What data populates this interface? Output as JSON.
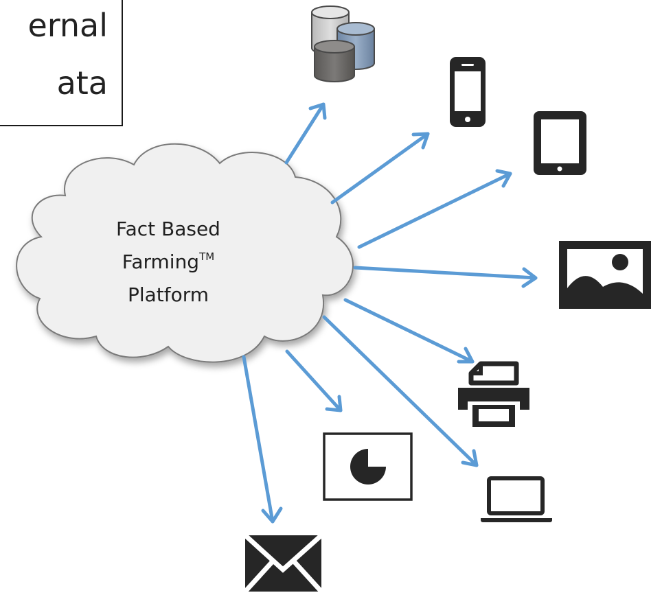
{
  "external_data_box": {
    "line1": "ernal",
    "line2": "ata"
  },
  "platform_cloud": {
    "line1": "Fact Based",
    "line2_main": "Farming",
    "line2_sup": "TM",
    "line3": "Platform"
  },
  "colors": {
    "arrow": "#5b9bd5",
    "icon_dark": "#262626",
    "cloud_fill": "#f0f0f0",
    "db_light": "#c8c8c8",
    "db_blue": "#7f96b2",
    "db_dark": "#6e6c6a"
  },
  "outputs": [
    {
      "icon": "database-icon"
    },
    {
      "icon": "smartphone-icon"
    },
    {
      "icon": "tablet-icon"
    },
    {
      "icon": "image-icon"
    },
    {
      "icon": "printer-icon"
    },
    {
      "icon": "laptop-icon"
    },
    {
      "icon": "pie-chart-icon"
    },
    {
      "icon": "email-icon"
    }
  ]
}
